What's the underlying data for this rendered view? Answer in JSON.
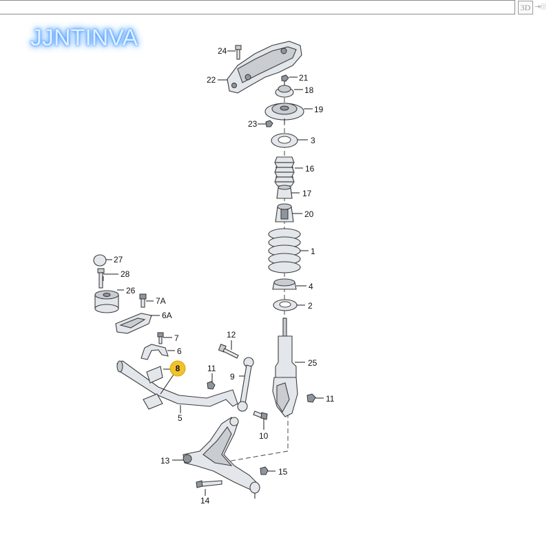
{
  "toolbar": {
    "view_3d_label": "3D",
    "export_label": "⇥⦙⦙⦙"
  },
  "watermark": "JJNTINVA",
  "callouts": {
    "c24": "24",
    "c22": "22",
    "c21": "21",
    "c18": "18",
    "c19": "19",
    "c23": "23",
    "c3": "3",
    "c16": "16",
    "c17": "17",
    "c20": "20",
    "c1": "1",
    "c4": "4",
    "c2": "2",
    "c25": "25",
    "c11a": "11",
    "c11b": "11",
    "c12": "12",
    "c9": "9",
    "c10": "10",
    "c27": "27",
    "c28": "28",
    "c26": "26",
    "c7a": "7A",
    "c6a": "6A",
    "c7": "7",
    "c6": "6",
    "c8": "8",
    "c5": "5",
    "c13": "13",
    "c15": "15",
    "c14": "14"
  },
  "colors": {
    "highlight": "#f2c12e",
    "watermark_glow": "#3a92ff"
  }
}
